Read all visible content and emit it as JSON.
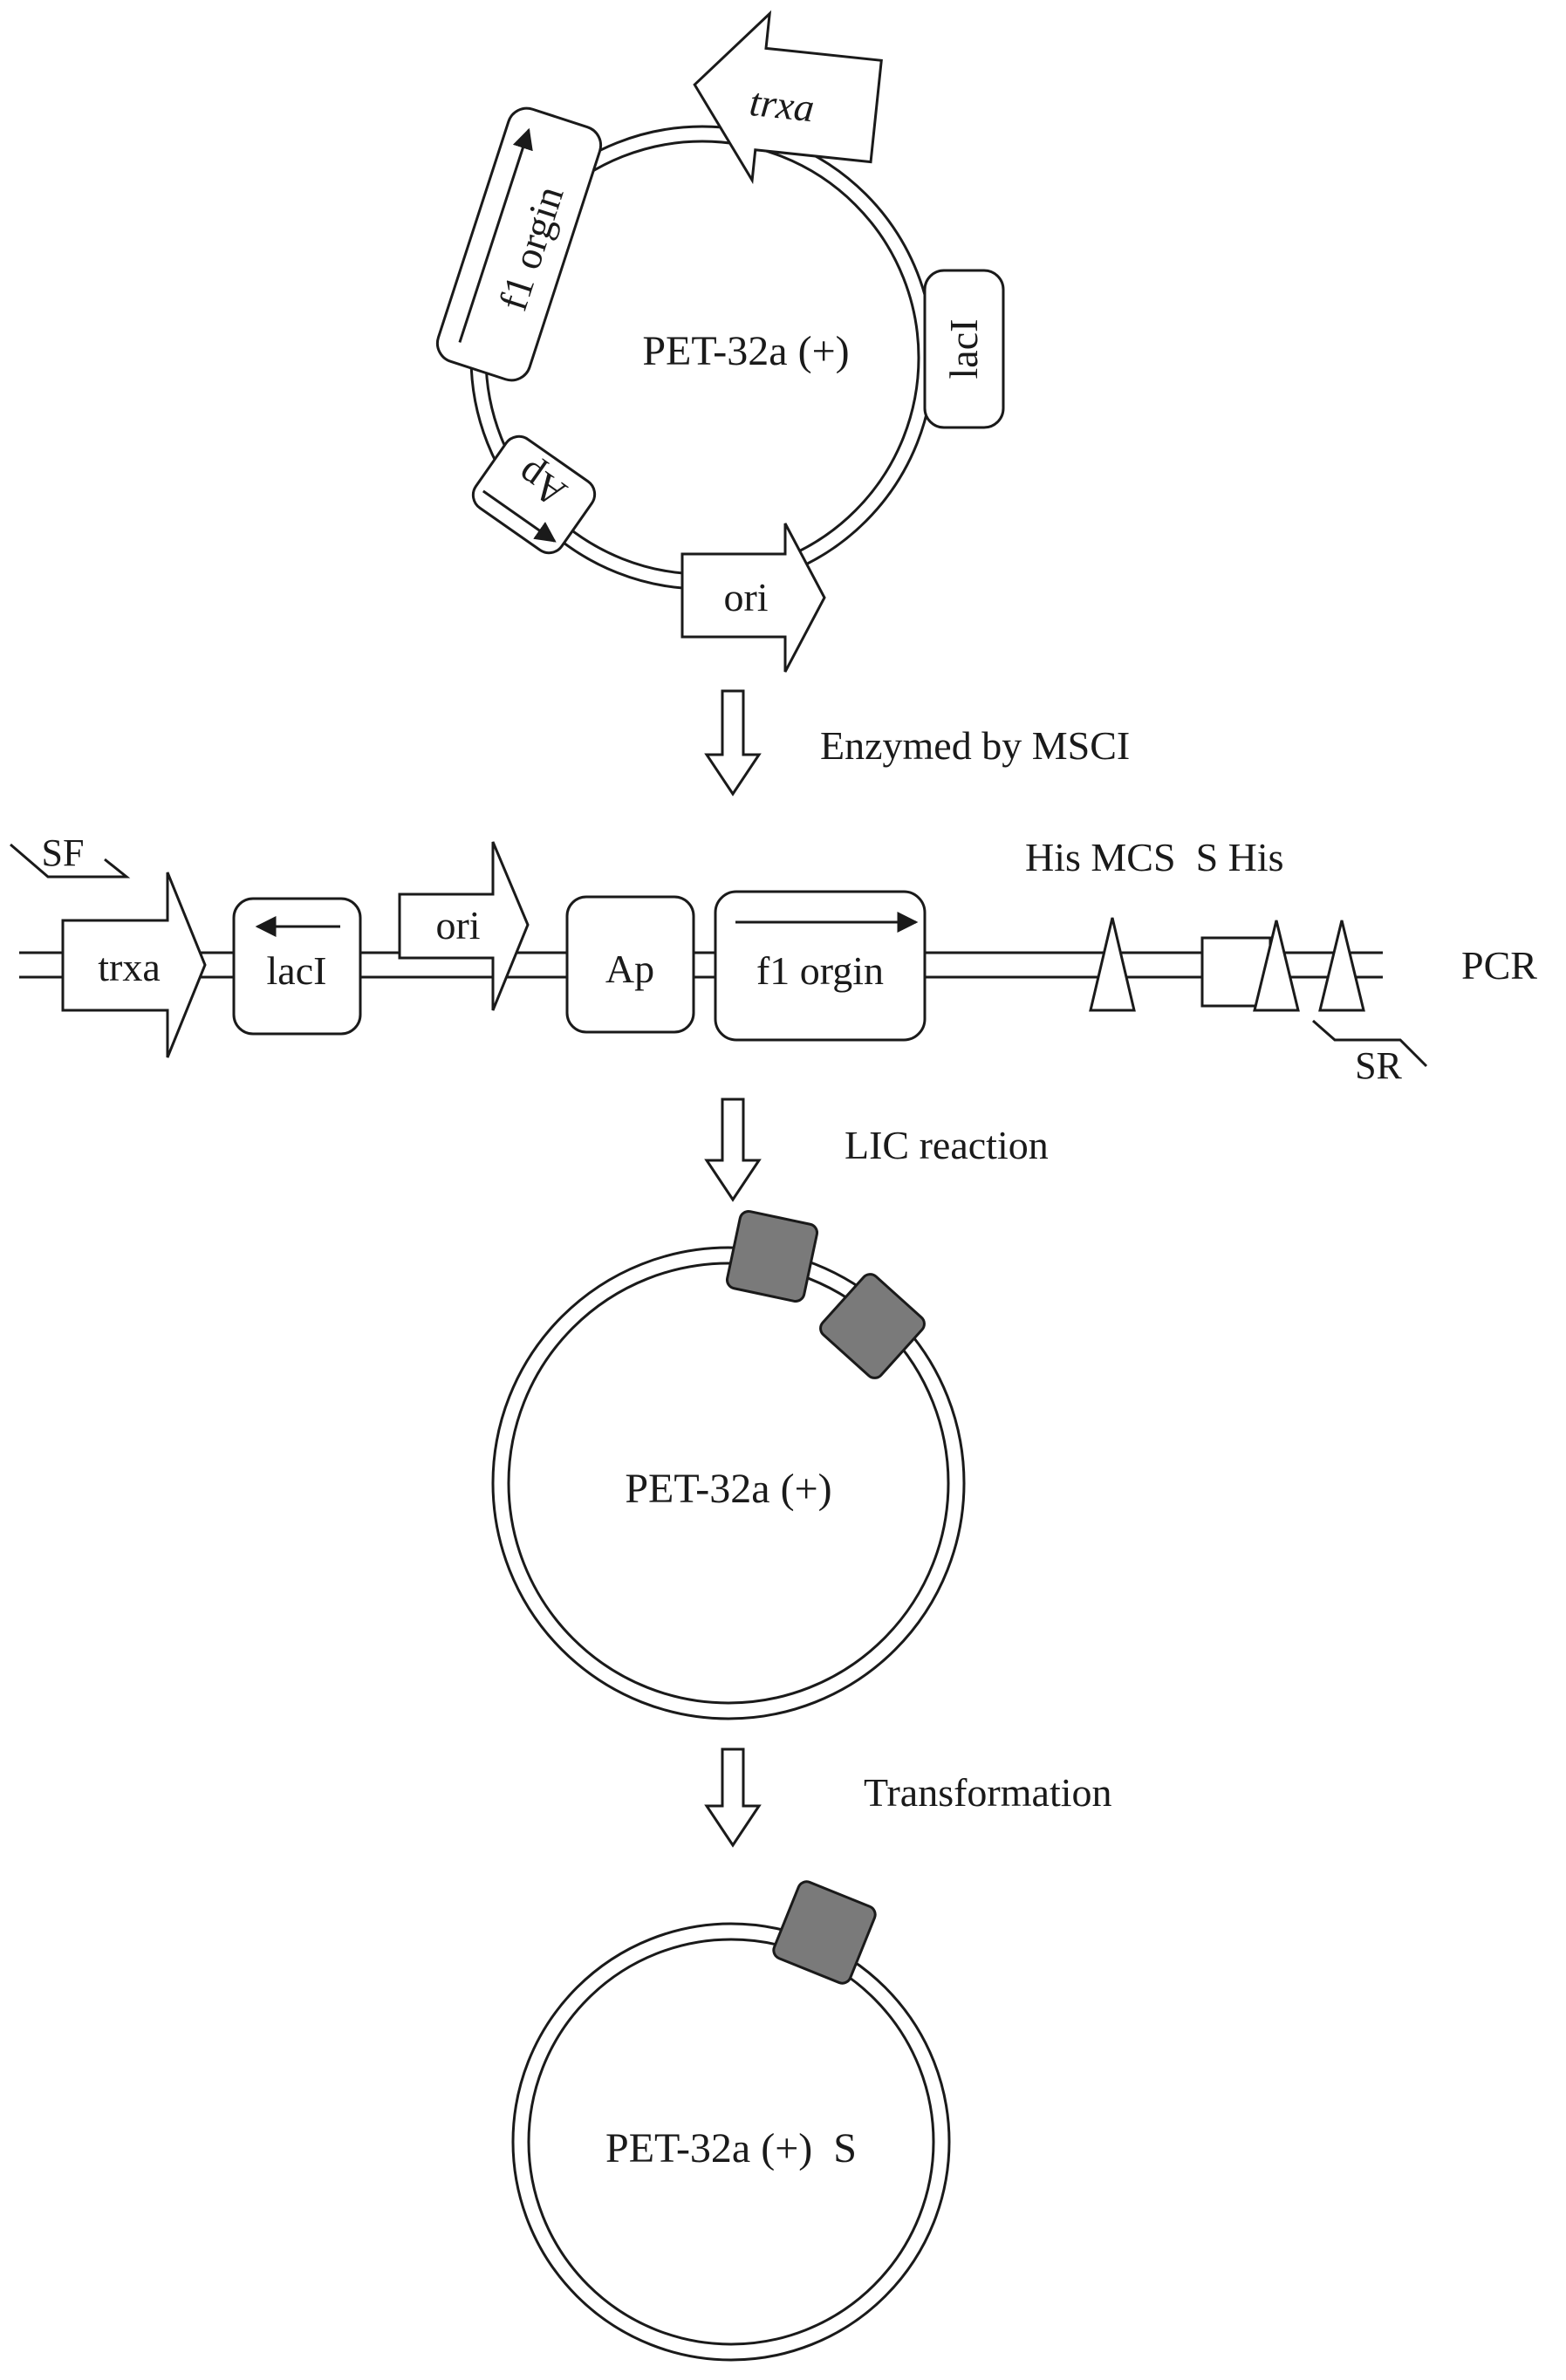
{
  "plasmid_top": {
    "label": "PET-32a (+)",
    "features": {
      "trxa": "trxa",
      "f1": "f1 orgin",
      "laci": "lacI",
      "ap": "Ap",
      "ori": "ori"
    }
  },
  "step1": {
    "label": "Enzymed by MSCI"
  },
  "linear": {
    "sf": "SF",
    "sr": "SR",
    "trxa": "trxa",
    "laci": "lacI",
    "ori": "ori",
    "ap": "Ap",
    "f1": "f1 orgin",
    "sites_label": "His MCS  S His",
    "pcr": "PCR"
  },
  "step2": {
    "label": "LIC reaction"
  },
  "plasmid_mid": {
    "label": "PET-32a (+)"
  },
  "step3": {
    "label": "Transformation"
  },
  "plasmid_bottom": {
    "label": "PET-32a (+)  S"
  },
  "colors": {
    "line": "#1a1a1a",
    "insert_fill": "#7a7a7a",
    "background": "#ffffff"
  }
}
